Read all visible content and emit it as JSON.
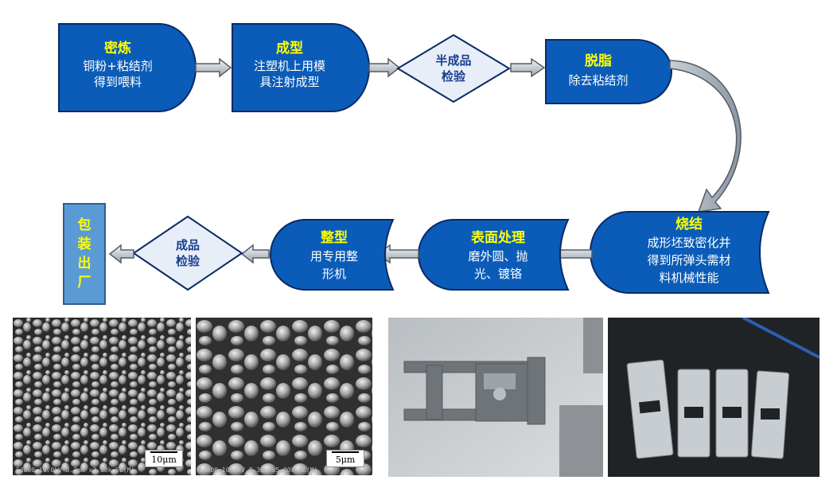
{
  "nodes": {
    "milling": {
      "title": "密炼",
      "lines": [
        "铜粉+粘结剂",
        "得到喂料"
      ]
    },
    "molding": {
      "title": "成型",
      "lines": [
        "注塑机上用模",
        "具注射成型"
      ]
    },
    "inspect1": {
      "lines": [
        "半成品",
        "检验"
      ]
    },
    "debinding": {
      "title": "脱脂",
      "lines": [
        "除去粘结剂"
      ]
    },
    "sintering": {
      "title": "烧结",
      "lines": [
        "成形坯致密化并",
        "得到所弹头需材",
        "料机械性能"
      ]
    },
    "surface": {
      "title": "表面处理",
      "lines": [
        "磨外圆、抛",
        "光、镀铬"
      ]
    },
    "shaping": {
      "title": "整型",
      "lines": [
        "用专用整",
        "形机"
      ]
    },
    "inspect2": {
      "lines": [
        "成品",
        "检验"
      ]
    },
    "shipping": {
      "lines": [
        "包",
        "装",
        "出",
        "厂"
      ]
    }
  },
  "photos": {
    "sem1_scale": "10μm",
    "sem1_caption": "S4800 10.0kV 8.3mm x2.50k SE(M)",
    "sem2_scale": "5μm",
    "sem2_caption": "S4800 10.0kV 8.3mm x5.00k SE(M)"
  },
  "colors": {
    "node_fill": "#0a5cb8",
    "node_border": "#0b2a66",
    "title_text": "#ffff00",
    "ship_fill": "#5b9bd5"
  }
}
